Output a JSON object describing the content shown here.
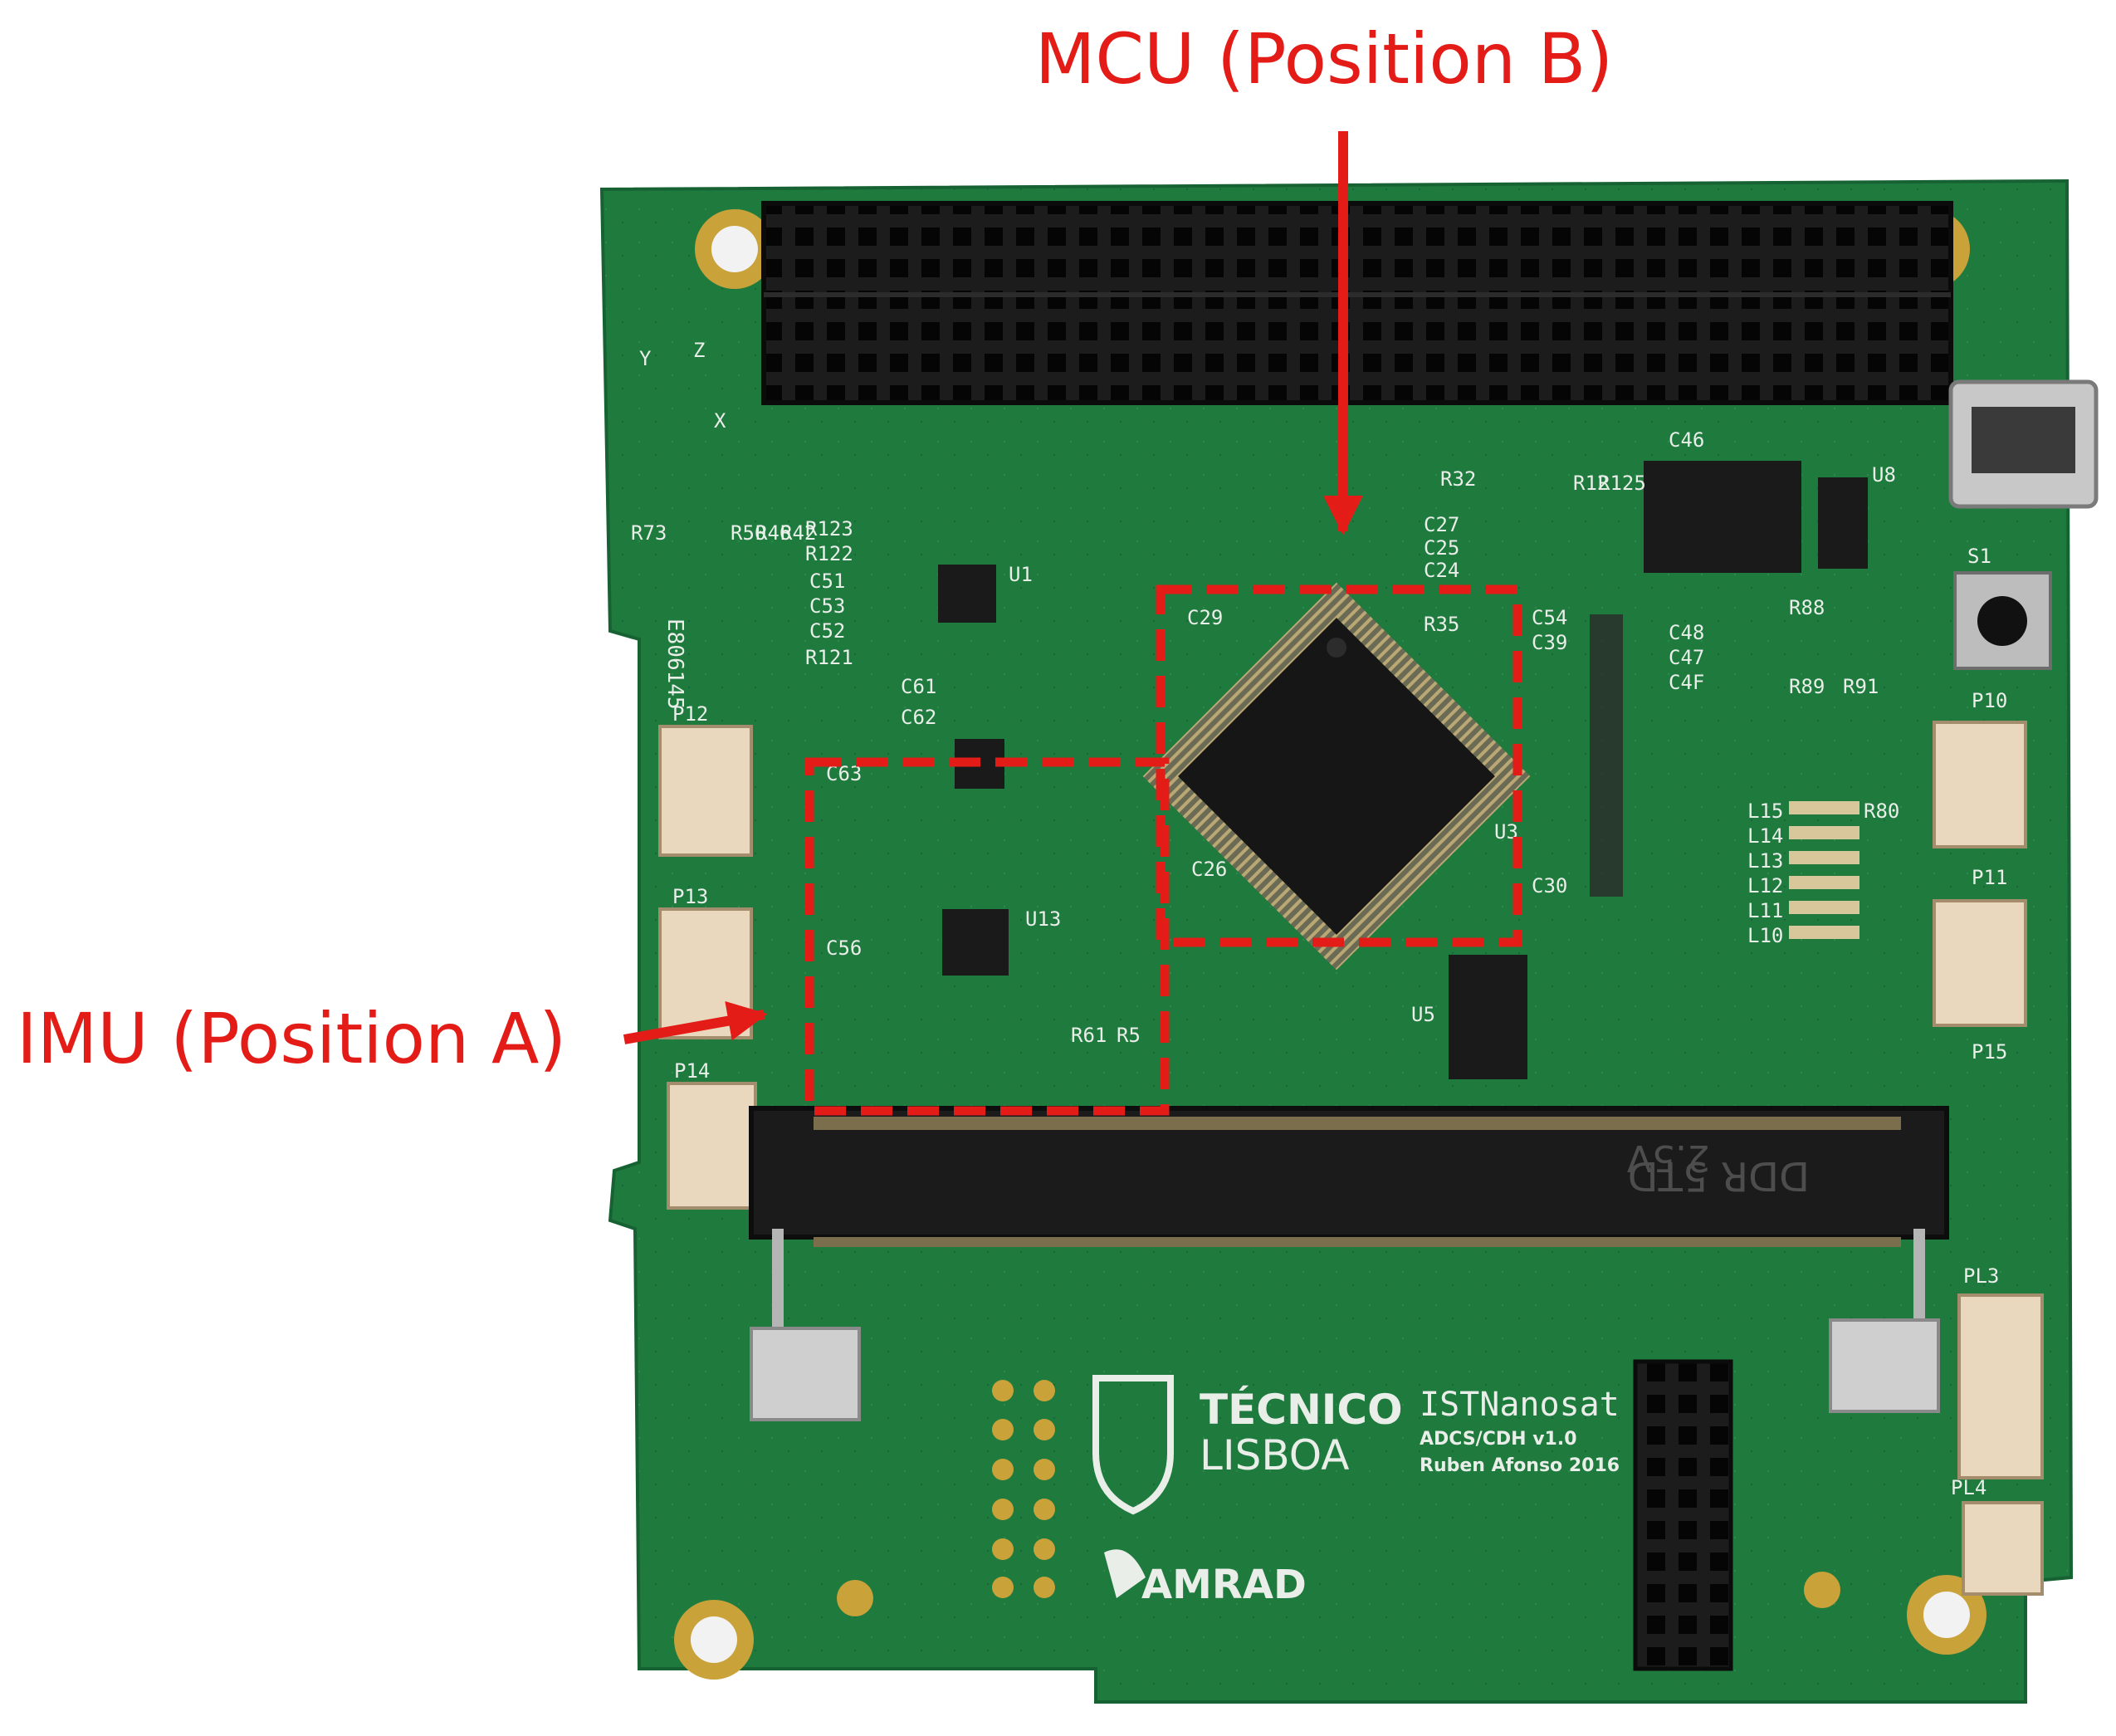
{
  "annotations": {
    "mcu_label": "MCU (Position B)",
    "imu_label": "IMU (Position A)",
    "annotation_color": "#e41c17"
  },
  "board": {
    "pcb_color": "#1f7a3e",
    "silkscreen_color": "#e9eee9",
    "logo_ist_line1": "TÉCNICO",
    "logo_ist_line2": "LISBOA",
    "logo_amrad": "AMRAD",
    "project_name": "ISTNanosat",
    "project_version": "ADCS/CDH v1.0",
    "project_author": "Ruben Afonso 2016",
    "serial": "E806145",
    "ram_marking_1": "DDR 5TD",
    "ram_marking_2": "2.5V"
  },
  "silkscreen_labels": {
    "connectors": [
      "P12",
      "P13",
      "P14",
      "P10",
      "P11",
      "P15",
      "PL3",
      "PL4",
      "S1"
    ],
    "ics": [
      "U1",
      "U13",
      "U5",
      "U8",
      "U3"
    ],
    "capacitors": [
      "C46",
      "C29",
      "C26",
      "C56",
      "C61",
      "C62",
      "C63",
      "C51",
      "C53",
      "C52",
      "C47",
      "C48",
      "C4F",
      "C24",
      "C25",
      "C27",
      "C54",
      "C39",
      "C30"
    ],
    "resistors": [
      "R123",
      "R122",
      "R121",
      "R73",
      "R50",
      "R46",
      "R42",
      "R32",
      "R35",
      "R12",
      "R125",
      "R88",
      "R89",
      "R91",
      "R80",
      "R61",
      "R5"
    ],
    "leds": [
      "L15",
      "L14",
      "L13",
      "L12",
      "L11",
      "L10"
    ],
    "axes": [
      "Y",
      "Z",
      "X"
    ]
  }
}
